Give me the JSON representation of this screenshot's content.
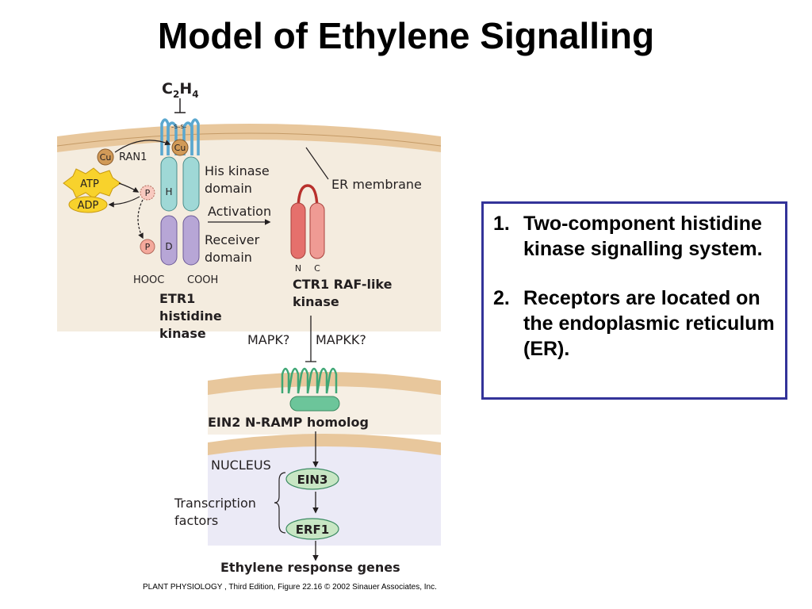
{
  "slide": {
    "title": "Model of Ethylene Signalling",
    "points": [
      {
        "number": "1.",
        "text": "Two-component histidine kinase signalling system."
      },
      {
        "number": "2.",
        "text": "Receptors are located on the endoplasmic reticulum (ER)."
      }
    ],
    "caption": "PLANT PHYSIOLOGY , Third Edition, Figure 22.16  © 2002 Sinauer Associates, Inc."
  },
  "diagram": {
    "ligand": {
      "main": "C",
      "sub1": "2",
      "mid": "H",
      "sub2": "4"
    },
    "disulfide": "–S–S–",
    "cu_label": "Cu",
    "ran1": "RAN1",
    "atp": "ATP",
    "adp": "ADP",
    "p_label": "P",
    "h_label": "H",
    "d_label": "D",
    "his_kinase": [
      "His kinase",
      "domain"
    ],
    "activation": "Activation",
    "receiver": [
      "Receiver",
      "domain"
    ],
    "hooc": "HOOC",
    "cooh": "COOH",
    "etr1": [
      "ETR1",
      "histidine",
      "kinase"
    ],
    "er_membrane": "ER membrane",
    "n_label": "N",
    "c_label": "C",
    "ctr1": [
      "CTR1 RAF-like",
      "kinase"
    ],
    "mapk": "MAPK?",
    "mapkk": "MAPKK?",
    "ein2": "EIN2 N-RAMP homolog",
    "nucleus": "NUCLEUS",
    "ein3": "EIN3",
    "transcription": [
      "Transcription",
      "factors"
    ],
    "erf1": "ERF1",
    "response": "Ethylene response genes"
  },
  "colors": {
    "title_text": "#000000",
    "box_border": "#333399",
    "membrane_tan": "#e8c79c",
    "cytoplasm": "#f4ecdf",
    "nucleus_fill": "#ebeaf6",
    "his_kinase_teal": "#9fd8d6",
    "receiver_purple": "#b7a6d6",
    "ctr1_red": "#e5706c",
    "ein2_green": "#6cc59a",
    "tf_green": "#c8e6c4",
    "atp_yellow": "#f8d22c",
    "cu_brown": "#d19a58",
    "phospho_pink": "#f4a99c"
  }
}
